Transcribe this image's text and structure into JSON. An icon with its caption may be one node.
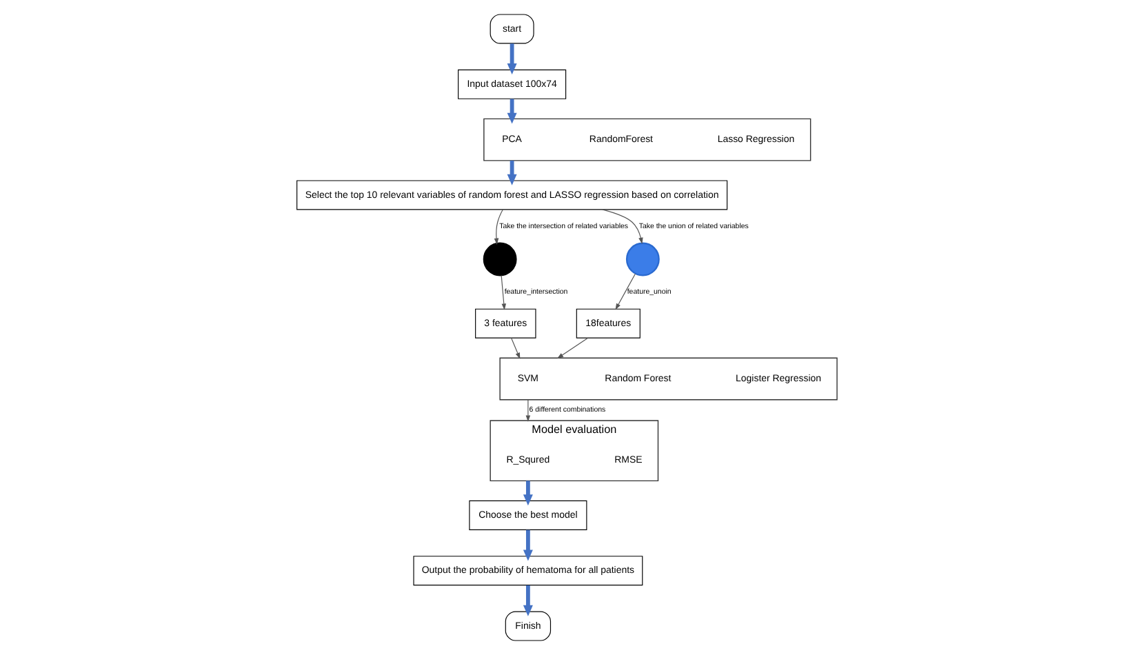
{
  "diagram": {
    "nodes": [
      {
        "text": [
          "start"
        ]
      },
      {
        "text": [
          "Input dataset 100x74"
        ]
      },
      {
        "text": [],
        "shape": "box"
      },
      {
        "text": [
          "PCA"
        ],
        "in": 2
      },
      {
        "text": [
          "RandomForest"
        ],
        "in": 2
      },
      {
        "text": [
          "Lasso Regression"
        ],
        "in": 2
      },
      {
        "text": [
          "Select the top 10 relevant variables of random forest and LASSO regression based on correlation"
        ]
      },
      {
        "text": [],
        "shape": "circle"
      },
      {
        "text": [],
        "shape": "circle"
      },
      {
        "text": [
          "3 features"
        ]
      },
      {
        "text": [
          "18features"
        ]
      },
      {
        "text": [],
        "shape": "box"
      },
      {
        "text": [
          "SVM"
        ],
        "in": 11
      },
      {
        "text": [
          "Random Forest"
        ],
        "in": 11
      },
      {
        "text": [
          "Logister Regression"
        ],
        "in": 11
      },
      {
        "text": [
          "Model evaluation"
        ]
      },
      {
        "text": [
          "R_Squred"
        ],
        "in": 15
      },
      {
        "text": [
          "RMSE"
        ],
        "in": 15
      },
      {
        "text": [
          "Choose the best model"
        ]
      },
      {
        "text": [
          "Output the probability of hematoma for all patients"
        ]
      },
      {
        "text": [
          "Finish"
        ]
      }
    ],
    "edges": [
      {
        "from": 0,
        "to": 1,
        "arrow": "to",
        "style": "thick",
        "color": "#4472c4"
      },
      {
        "from": 1,
        "to": 2,
        "arrow": "to",
        "style": "thick",
        "color": "#4472c4"
      },
      {
        "from": 2,
        "to": 6,
        "arrow": "to",
        "style": "thick",
        "color": "#4472c4"
      },
      {
        "from": 6,
        "to": 7,
        "arrow": "to",
        "label": "Take the intersection of related variables"
      },
      {
        "from": 6,
        "to": 8,
        "arrow": "to",
        "label": "Take the union of related variables"
      },
      {
        "from": 7,
        "to": 9,
        "arrow": "to",
        "label": "feature_intersection"
      },
      {
        "from": 8,
        "to": 10,
        "arrow": "to",
        "label": "feature_unoin"
      },
      {
        "from": 9,
        "to": 11,
        "arrow": "to"
      },
      {
        "from": 10,
        "to": 11,
        "arrow": "to"
      },
      {
        "from": 11,
        "to": 15,
        "arrow": "to",
        "label": "6 different combinations"
      },
      {
        "from": 15,
        "to": 18,
        "arrow": "to",
        "style": "thick",
        "color": "#4472c4"
      },
      {
        "from": 18,
        "to": 19,
        "arrow": "to",
        "style": "thick",
        "color": "#4472c4"
      },
      {
        "from": 19,
        "to": 20,
        "arrow": "to",
        "style": "thick",
        "color": "#4472c4"
      }
    ]
  }
}
